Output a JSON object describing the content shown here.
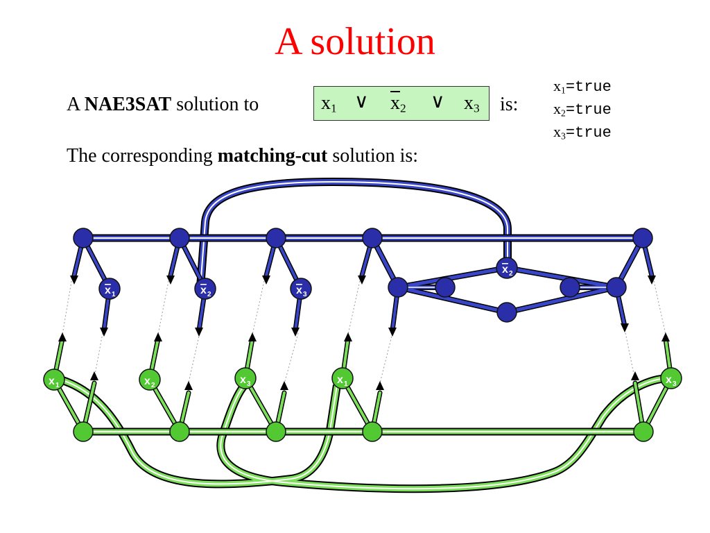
{
  "title": "A solution",
  "line1": {
    "a": "A",
    "bold": "NAE3SAT",
    "rest": "solution to"
  },
  "formula": {
    "t1": "x",
    "t1_sub": "1",
    "op1": "∨",
    "t2": "x",
    "t2_sub": "2",
    "op2": "∨",
    "t3": "x",
    "t3_sub": "3"
  },
  "is_label": "is:",
  "assignment": [
    {
      "var": "x",
      "sub": "1",
      "value": "=true"
    },
    {
      "var": "x",
      "sub": "2",
      "value": "=true"
    },
    {
      "var": "x",
      "sub": "3",
      "value": "=true"
    }
  ],
  "line2": {
    "a": "The corresponding",
    "bold": "matching-cut",
    "rest": "solution is:"
  },
  "graph": {
    "blue_labels": [
      {
        "text": "x",
        "sub": "1",
        "negated": true
      },
      {
        "text": "x",
        "sub": "2",
        "negated": true
      },
      {
        "text": "x",
        "sub": "3",
        "negated": true
      },
      {
        "text": "x",
        "sub": "2",
        "negated": true
      }
    ],
    "green_labels": [
      {
        "text": "x",
        "sub": "1",
        "negated": false
      },
      {
        "text": "x",
        "sub": "2",
        "negated": false
      },
      {
        "text": "x",
        "sub": "3",
        "negated": false
      },
      {
        "text": "x",
        "sub": "1",
        "negated": false
      },
      {
        "text": "x",
        "sub": "3",
        "negated": false
      }
    ],
    "colors": {
      "blue_node": "#2a2ea8",
      "blue_edge": "#3a46c8",
      "green_node": "#52c832",
      "green_edge": "#7ce05a",
      "title": "#ff0000",
      "formula_bg": "#c6f5c0"
    }
  }
}
